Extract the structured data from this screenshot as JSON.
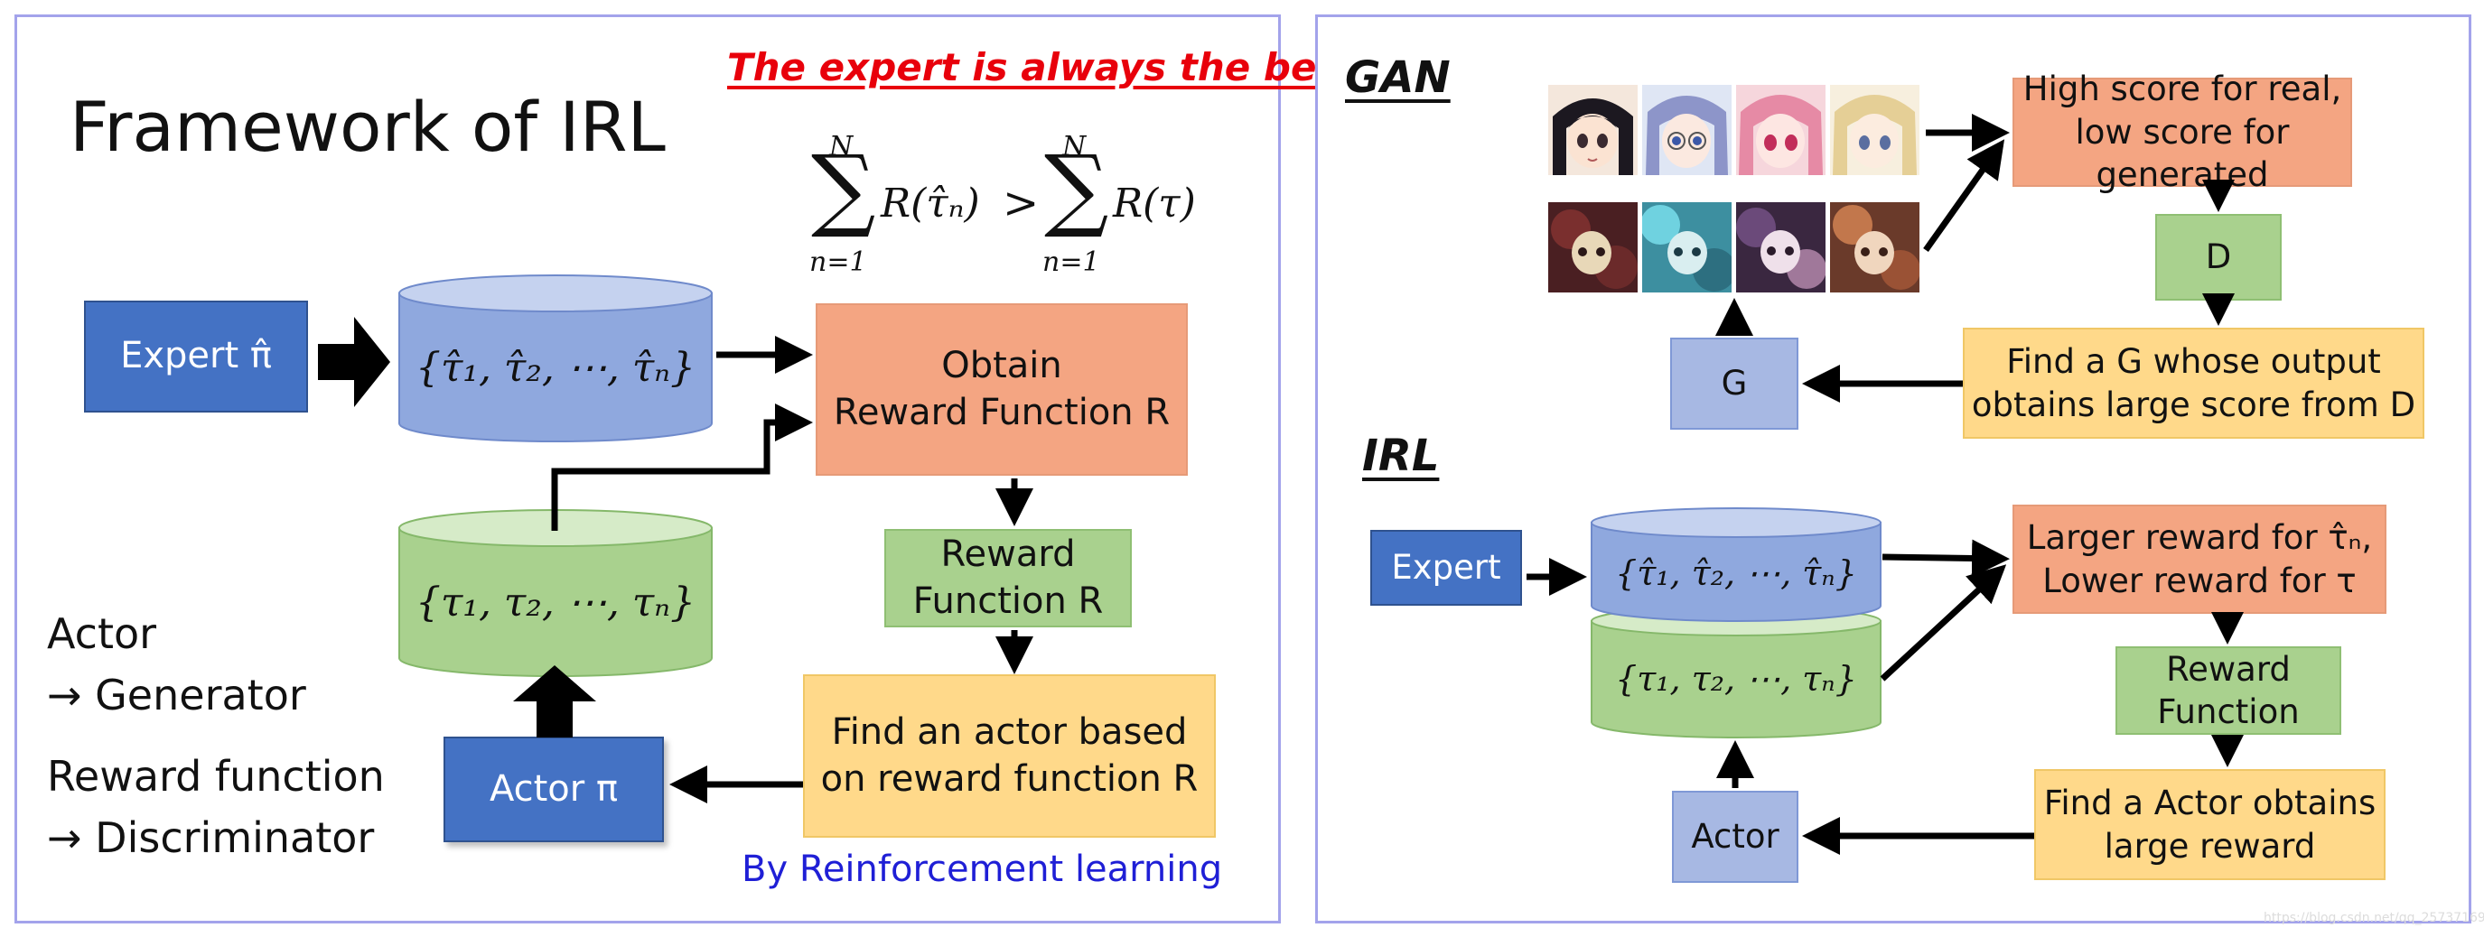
{
  "left": {
    "title": "Framework of IRL",
    "tagline": {
      "emphasis": "The expert is always the best",
      "period": "."
    },
    "formula": {
      "upper_limit_left": "N",
      "lower_limit_left": "n=1",
      "term_left": "R(τ̂ₙ)",
      "operator": ">",
      "upper_limit_right": "N",
      "lower_limit_right": "n=1",
      "term_right": "R(τ)"
    },
    "expert_box": "Expert π̂",
    "expert_trajectories": "{τ̂₁, τ̂₂, ⋯, τ̂ₙ}",
    "actor_trajectories": "{τ₁, τ₂, ⋯, τₙ}",
    "obtain_box": [
      "Obtain",
      "Reward Function R"
    ],
    "reward_box": [
      "Reward",
      "Function R"
    ],
    "find_actor_box": [
      "Find an actor based",
      "on reward function R"
    ],
    "actor_box": "Actor π",
    "notes": [
      "Actor",
      "→ Generator",
      "Reward function",
      "→ Discriminator"
    ],
    "rl_note": "By Reinforcement learning"
  },
  "gan": {
    "title": "GAN",
    "score_box": [
      "High score for real,",
      "low score for generated"
    ],
    "d_box": "D",
    "find_g_box": [
      "Find a G whose output",
      "obtains large score from D"
    ],
    "g_box": "G",
    "images": {
      "real": [
        "anime-face-dark-hair-icon",
        "anime-face-glasses-icon",
        "anime-face-pink-hair-icon",
        "anime-face-blonde-icon"
      ],
      "generated": [
        "generated-face-red-icon",
        "generated-face-cyan-icon",
        "generated-face-purple-icon",
        "generated-face-orange-icon"
      ]
    }
  },
  "irl": {
    "title": "IRL",
    "expert_box": "Expert",
    "expert_trajectories": "{τ̂₁, τ̂₂, ⋯, τ̂ₙ}",
    "actor_trajectories": "{τ₁, τ₂, ⋯, τₙ}",
    "reward_compare_box": [
      "Larger reward for τ̂ₙ,",
      "Lower reward for τ"
    ],
    "reward_box": [
      "Reward",
      "Function"
    ],
    "find_actor_box": [
      "Find a Actor obtains",
      "large reward"
    ],
    "actor_box": "Actor"
  },
  "watermark": "https://blog.csdn.net/qq_25737169",
  "colors": {
    "panel_border": "#a3a3eb",
    "blue": "#4472c4",
    "light_blue": "#a7b8e3",
    "orange": "#f4a582",
    "green": "#a9d18e",
    "yellow": "#ffd98a",
    "red_text": "#e8000b",
    "rl_text": "#1f1fd6"
  }
}
